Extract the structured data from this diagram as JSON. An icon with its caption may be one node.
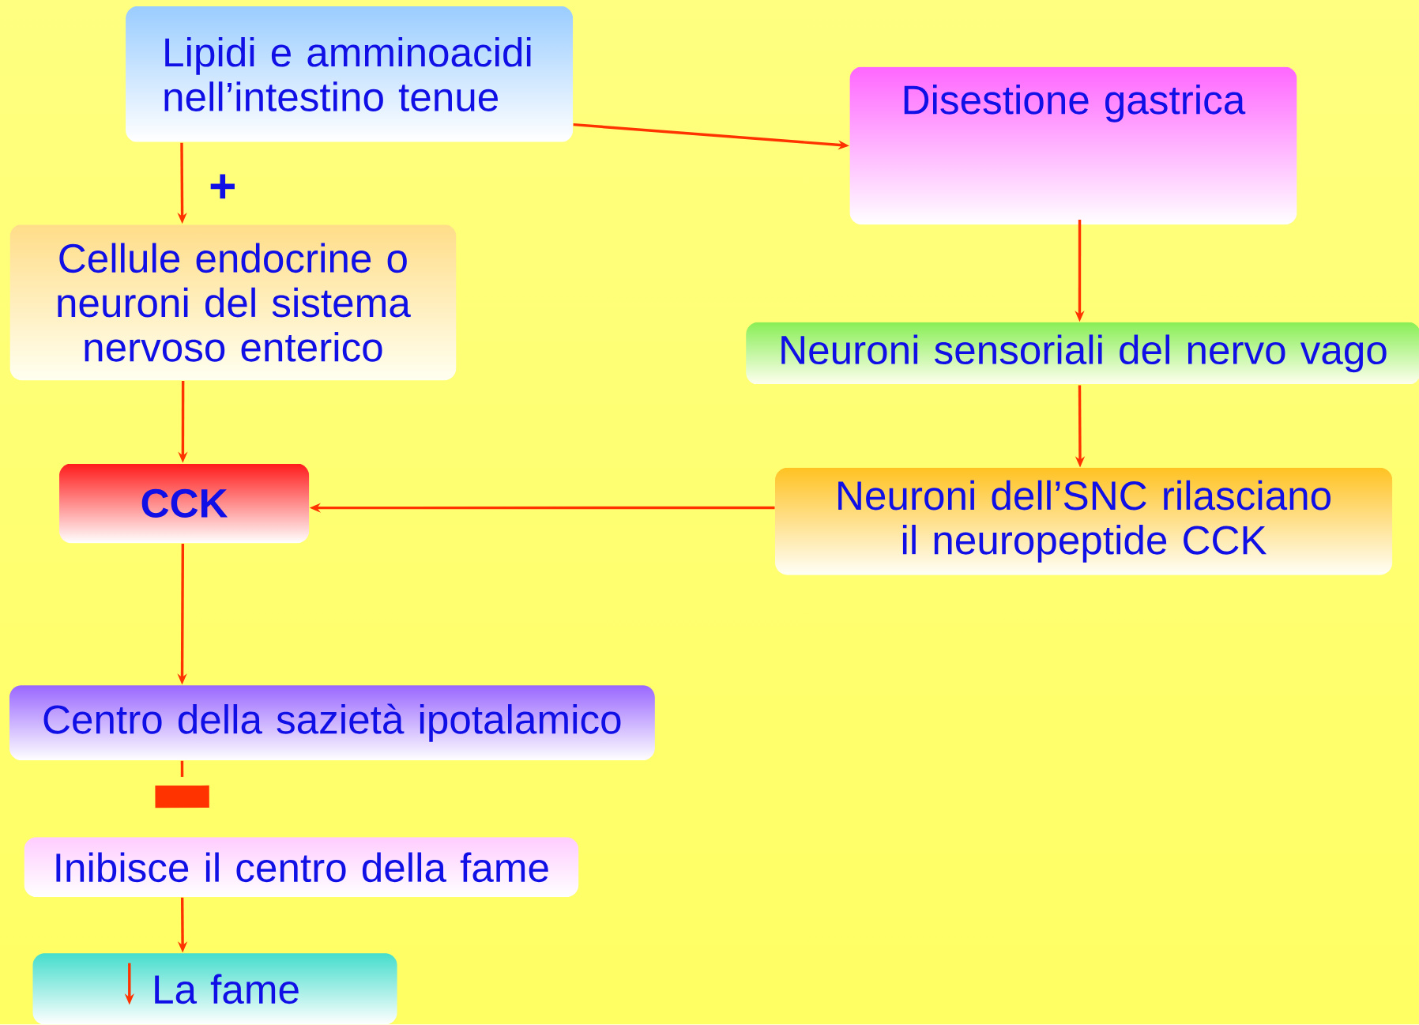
{
  "diagram": {
    "nodes": [
      {
        "text": [
          "Lipidi e amminoacidi nell’intestino tenue"
        ]
      },
      {
        "text": [
          "Disestione gastrica"
        ]
      },
      {
        "text": [
          "Cellule endocrine o neuroni del sistema nervoso enterico"
        ]
      },
      {
        "text": [
          "Neuroni sensoriali del nervo vago"
        ]
      },
      {
        "text": [
          "CCK"
        ]
      },
      {
        "text": [
          "Neuroni dell’SNC rilasciano il neuropeptide CCK"
        ]
      },
      {
        "text": [
          "Centro della sazietà ipotalamico"
        ]
      },
      {
        "text": [
          "Inibisce il centro della fame"
        ]
      },
      {
        "text": [
          "La fame"
        ]
      }
    ],
    "edges": [
      {
        "from": 0,
        "to": 1,
        "arrow": "to"
      },
      {
        "from": 0,
        "to": 2,
        "arrow": "to",
        "label": "+"
      },
      {
        "from": 1,
        "to": 3,
        "arrow": "to"
      },
      {
        "from": 3,
        "to": 5,
        "arrow": "to"
      },
      {
        "from": 5,
        "to": 4,
        "arrow": "to"
      },
      {
        "from": 2,
        "to": 4,
        "arrow": "to"
      },
      {
        "from": 4,
        "to": 6,
        "arrow": "to"
      },
      {
        "from": 6,
        "to": 7,
        "arrow": "other",
        "style": "dashed"
      },
      {
        "from": 7,
        "to": 8,
        "arrow": "to"
      }
    ]
  }
}
